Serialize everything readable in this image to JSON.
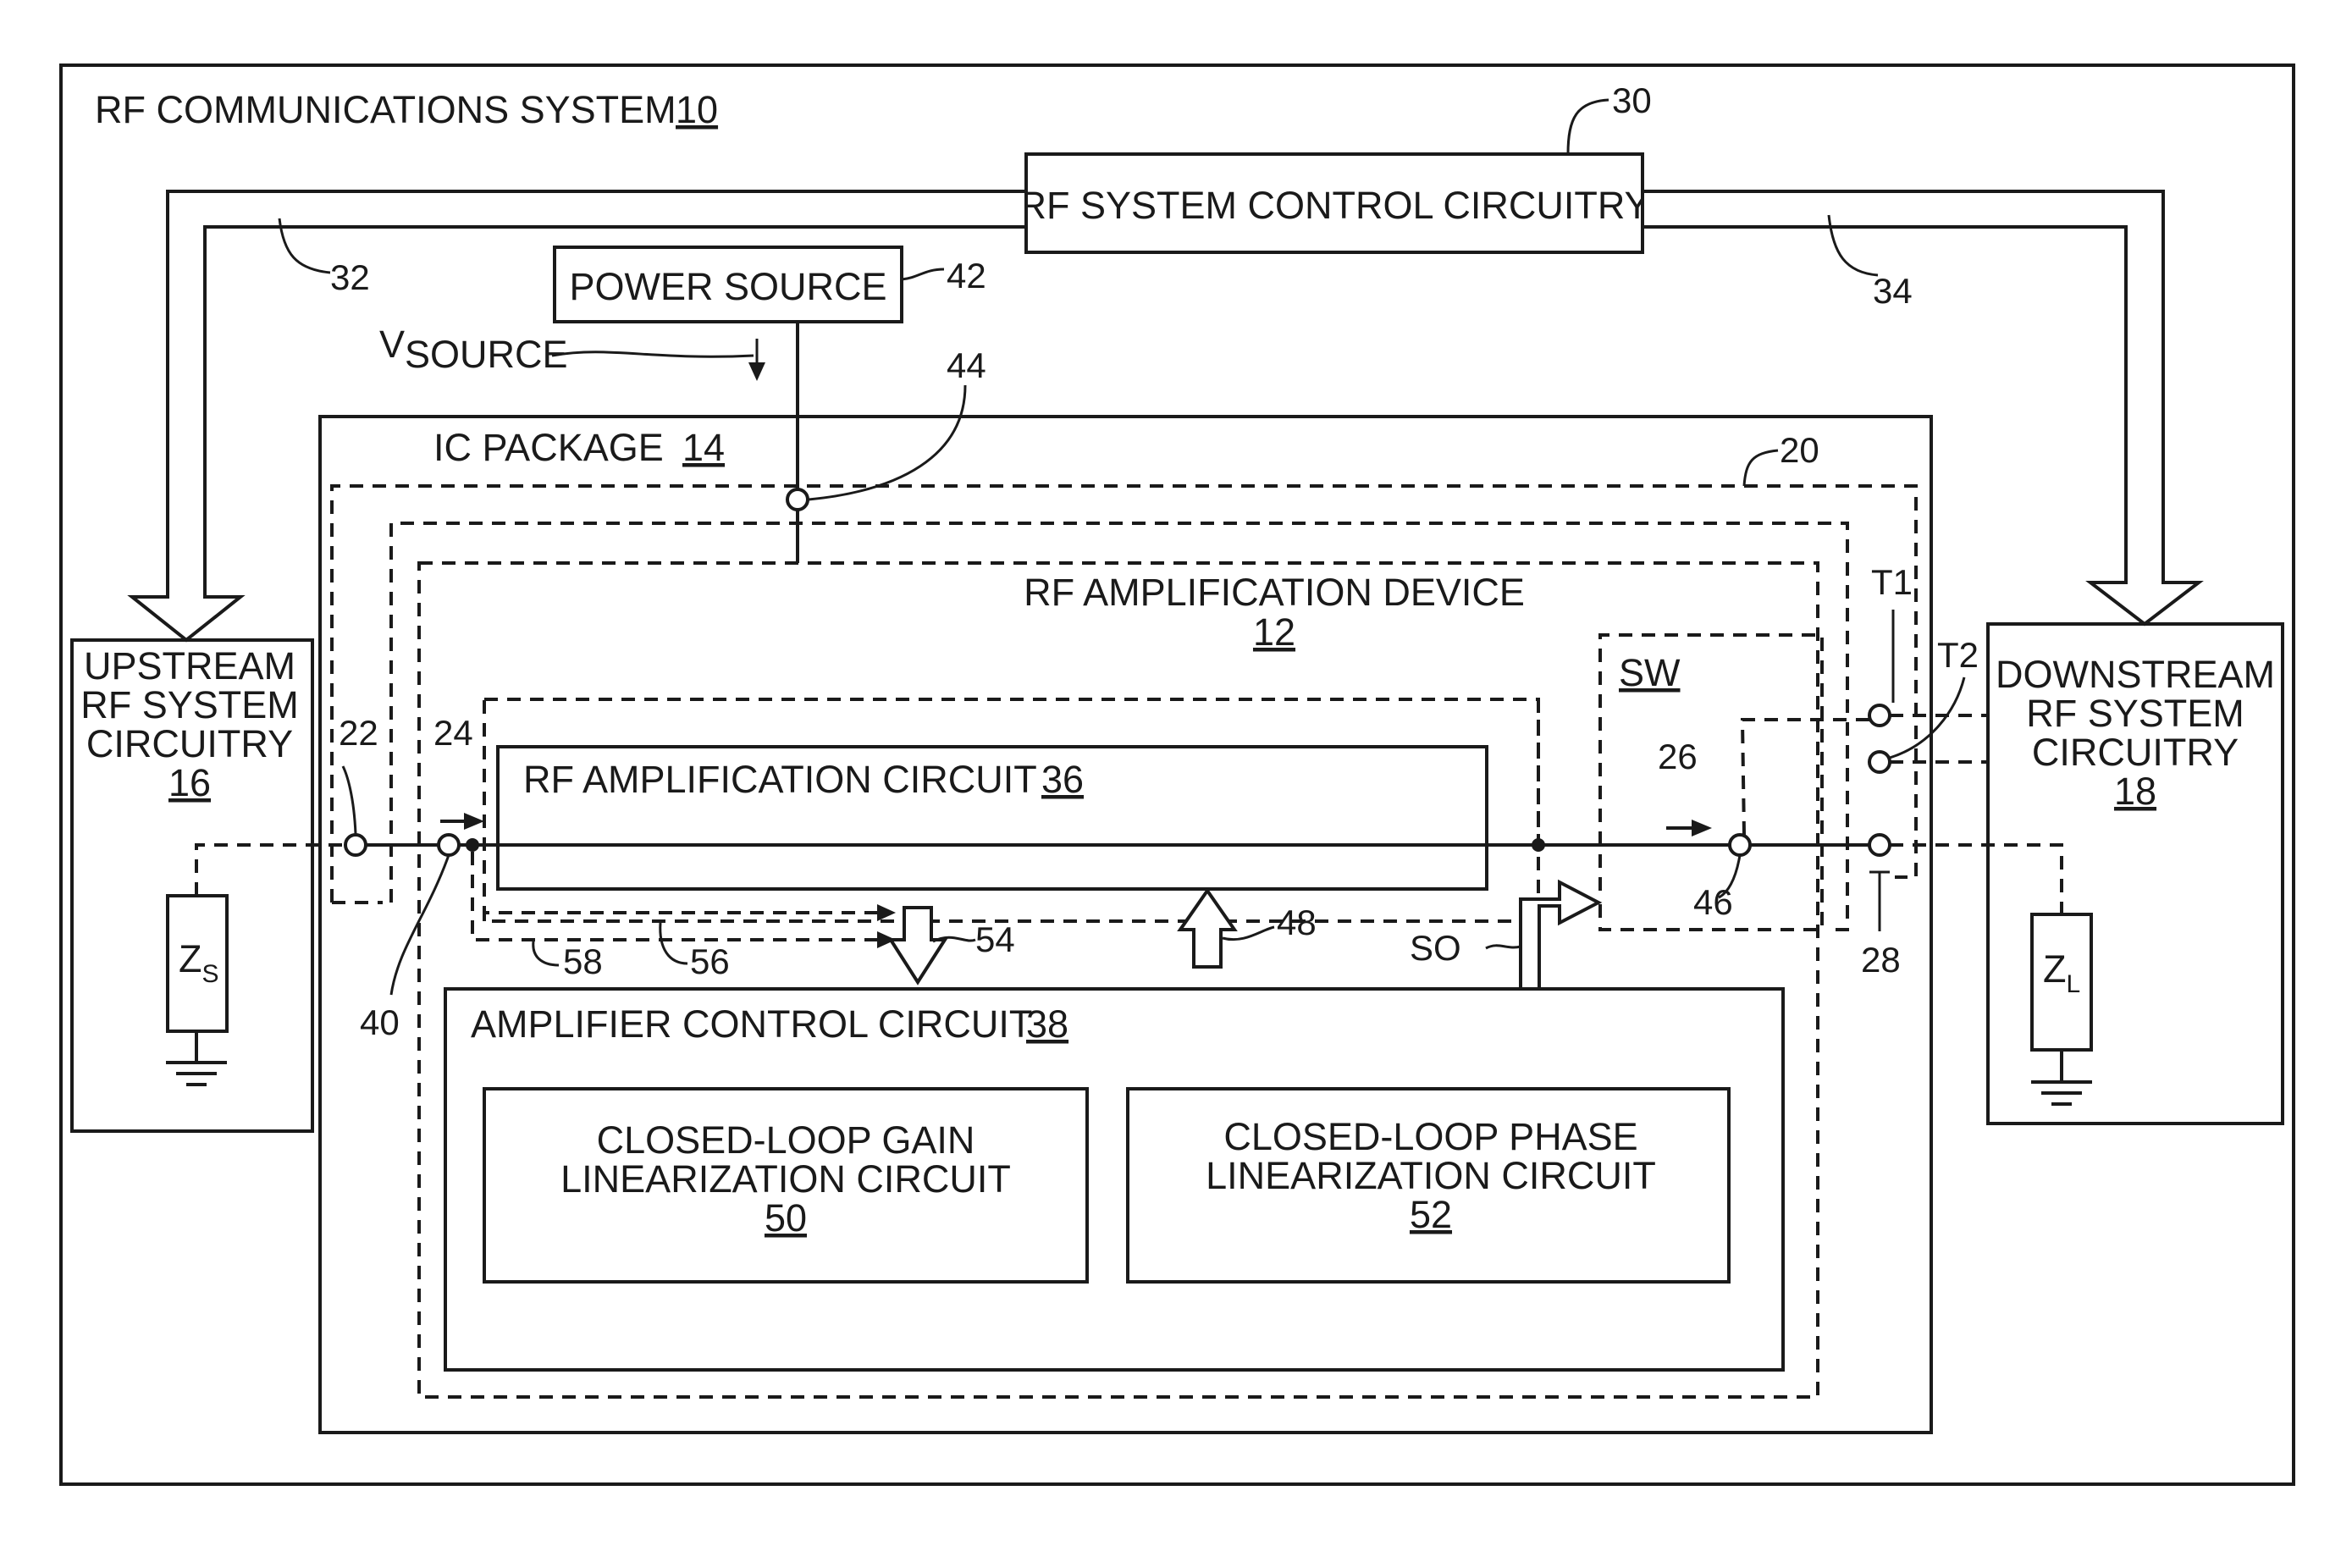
{
  "system": {
    "title": "RF COMMUNICATIONS SYSTEM",
    "ref": "10"
  },
  "control": {
    "label": "RF SYSTEM CONTROL CIRCUITRY",
    "ref": "30"
  },
  "power": {
    "label": "POWER SOURCE",
    "ref": "42"
  },
  "vsource": {
    "main": "V",
    "sub": "SOURCE"
  },
  "ic_package": {
    "label": "IC PACKAGE",
    "ref": "14"
  },
  "device": {
    "label": "RF AMPLIFICATION DEVICE",
    "ref": "12"
  },
  "amp_circuit": {
    "label": "RF AMPLIFICATION CIRCUIT",
    "ref": "36"
  },
  "ctrl_circuit": {
    "label": "AMPLIFIER CONTROL CIRCUIT",
    "ref": "38"
  },
  "gain_lin": {
    "line1": "CLOSED-LOOP GAIN",
    "line2": "LINEARIZATION CIRCUIT",
    "ref": "50"
  },
  "phase_lin": {
    "line1": "CLOSED-LOOP PHASE",
    "line2": "LINEARIZATION CIRCUIT",
    "ref": "52"
  },
  "upstream": {
    "line1": "UPSTREAM",
    "line2": "RF SYSTEM",
    "line3": "CIRCUITRY",
    "ref": "16"
  },
  "downstream": {
    "line1": "DOWNSTREAM",
    "line2": "RF SYSTEM",
    "line3": "CIRCUITRY",
    "ref": "18"
  },
  "zs": {
    "main": "Z",
    "sub": "S"
  },
  "zl": {
    "main": "Z",
    "sub": "L"
  },
  "switch": {
    "label": "SW"
  },
  "terminals": {
    "t1": "T1",
    "t2": "T2"
  },
  "so_label": "SO",
  "refs": {
    "r20": "20",
    "r22": "22",
    "r24": "24",
    "r26": "26",
    "r28": "28",
    "r32": "32",
    "r34": "34",
    "r40": "40",
    "r44": "44",
    "r46": "46",
    "r48": "48",
    "r54": "54",
    "r56": "56",
    "r58": "58"
  }
}
